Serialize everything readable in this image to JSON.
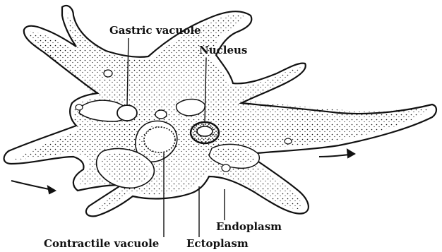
{
  "labels": {
    "gastric_vacuole": "Gastric vacuole",
    "nucleus": "Nucleus",
    "endoplasm": "Endoplasm",
    "contractile_vacuole": "Contractile vacuole",
    "ectoplasm": "Ectoplasm"
  },
  "colors": {
    "ink": "#111111",
    "paper": "#ffffff"
  }
}
